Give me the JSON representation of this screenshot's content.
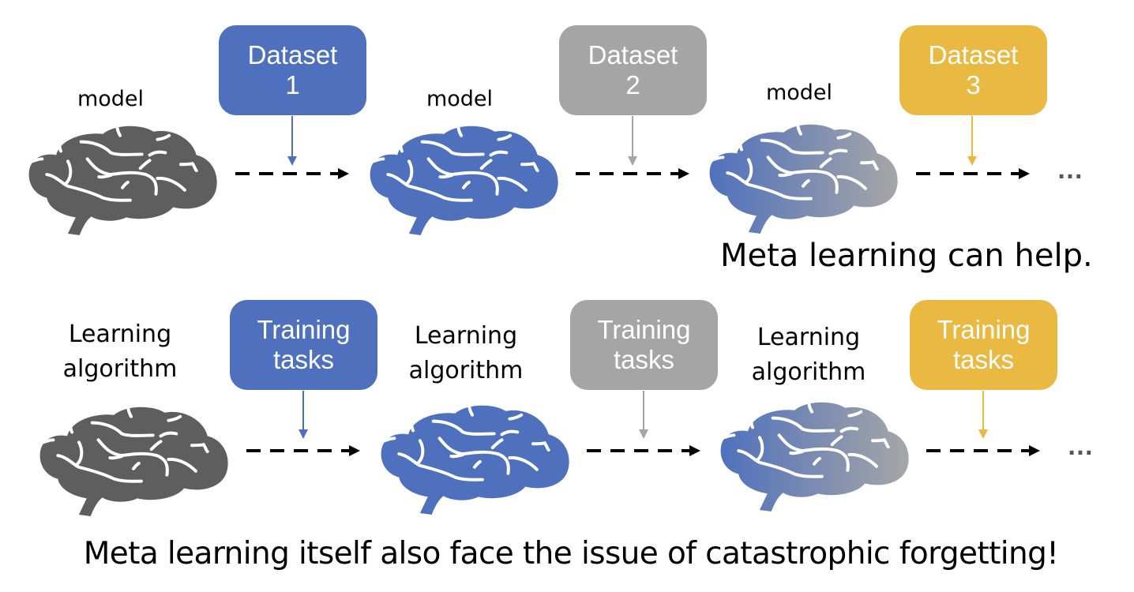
{
  "rows": [
    {
      "stages": [
        {
          "label_lines": [
            "model"
          ],
          "brain_color": "dark-gray",
          "box_lines": [
            "Dataset",
            "1"
          ],
          "box_color": "#4f71bd"
        },
        {
          "label_lines": [
            "model"
          ],
          "brain_color": "blue",
          "box_lines": [
            "Dataset",
            "2"
          ],
          "box_color": "#a5a5a5"
        },
        {
          "label_lines": [
            "model"
          ],
          "brain_color": "blue-to-gray-gradient",
          "box_lines": [
            "Dataset",
            "3"
          ],
          "box_color": "#e9b941"
        }
      ],
      "continuation": "…",
      "caption": "Meta learning can help."
    },
    {
      "stages": [
        {
          "label_lines": [
            "Learning",
            "algorithm"
          ],
          "brain_color": "dark-gray",
          "box_lines": [
            "Training",
            "tasks"
          ],
          "box_color": "#4f71bd"
        },
        {
          "label_lines": [
            "Learning",
            "algorithm"
          ],
          "brain_color": "blue",
          "box_lines": [
            "Training",
            "tasks"
          ],
          "box_color": "#a5a5a5"
        },
        {
          "label_lines": [
            "Learning",
            "algorithm"
          ],
          "brain_color": "blue-to-gray-gradient",
          "box_lines": [
            "Training",
            "tasks"
          ],
          "box_color": "#e9b941"
        }
      ],
      "continuation": "…",
      "caption": "Meta learning itself also face the issue of catastrophic forgetting!"
    }
  ],
  "colors": {
    "blue": "#4f71bd",
    "gray": "#a5a5a5",
    "gold": "#e9b941",
    "dark_gray": "#5e5e5e"
  }
}
